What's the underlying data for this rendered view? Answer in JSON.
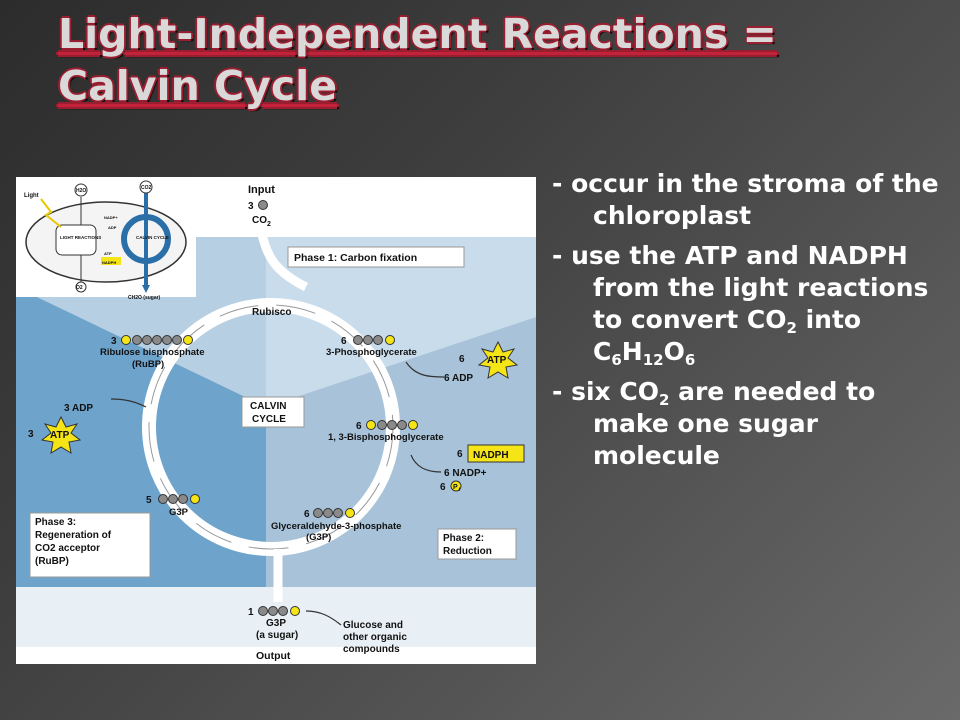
{
  "slide": {
    "title_line1": "Light-Independent Reactions =",
    "title_line2": "Calvin Cycle"
  },
  "bullets": [
    {
      "text": "- occur in the stroma of the chloroplast"
    },
    {
      "pre": "- use the ATP and NADPH from the light reactions to convert CO",
      "sub1": "2",
      "mid": " into C",
      "sub2": "6",
      "mid2": "H",
      "sub3": "12",
      "mid3": "O",
      "sub4": "6"
    },
    {
      "pre": "- six CO",
      "sub1": "2",
      "post": " are needed to make one sugar molecule"
    }
  ],
  "diagram": {
    "inset": {
      "light": "Light",
      "h2o": "H2O",
      "co2": "CO2",
      "light_reactions": "LIGHT REACTIONS",
      "calvin_cycle": "CALVIN CYCLE",
      "nadp": "NADP+",
      "adp": "ADP",
      "atp": "ATP",
      "nadph": "NADPH",
      "o2": "O2",
      "sugar": "CH2O (sugar)"
    },
    "input_label": "Input",
    "input_count": "3",
    "input_co2": "CO",
    "input_co2_sub": "2",
    "phase1": "Phase 1: Carbon fixation",
    "phase2_line1": "Phase 2:",
    "phase2_line2": "Reduction",
    "phase3_line1": "Phase 3:",
    "phase3_line2": "Regeneration of",
    "phase3_line3": "CO2 acceptor",
    "phase3_line4": "(RuBP)",
    "rubisco": "Rubisco",
    "center_line1": "CALVIN",
    "center_line2": "CYCLE",
    "pga_count": "6",
    "pga_name": "3-Phosphoglycerate",
    "atp_in_count": "6",
    "atp": "ATP",
    "adp_out": "6 ADP",
    "bpg_count": "6",
    "bpg_name": "1, 3-Bisphosphoglycerate",
    "nadph_count": "6",
    "nadph": "NADPH",
    "nadp_out": "6 NADP+",
    "pi_count": "6",
    "pi_label": "P",
    "pi_sub": "i",
    "g3p_count": "6",
    "g3p_name_line1": "Glyceraldehyde-3-phosphate",
    "g3p_name_line2": "(G3P)",
    "g3p5_count": "5",
    "g3p5_name": "G3P",
    "rubp_count": "3",
    "rubp_name_line1": "Ribulose bisphosphate",
    "rubp_name_line2": "(RuBP)",
    "adp3": "3 ADP",
    "atp3_count": "3",
    "out_count": "1",
    "out_g3p": "G3P",
    "out_sugar": "(a sugar)",
    "output_label": "Output",
    "glucose_line1": "Glucose and",
    "glucose_line2": "other organic",
    "glucose_line3": "compounds",
    "phosphate": "P"
  },
  "colors": {
    "phase1_bg": "#c9dcec",
    "phase2_bg": "#a8c3d9",
    "phase3_bg": "#6ea3cc",
    "atp_star": "#f5e516",
    "nadph_box": "#f5e516",
    "title_outline": "#9b1e30"
  }
}
